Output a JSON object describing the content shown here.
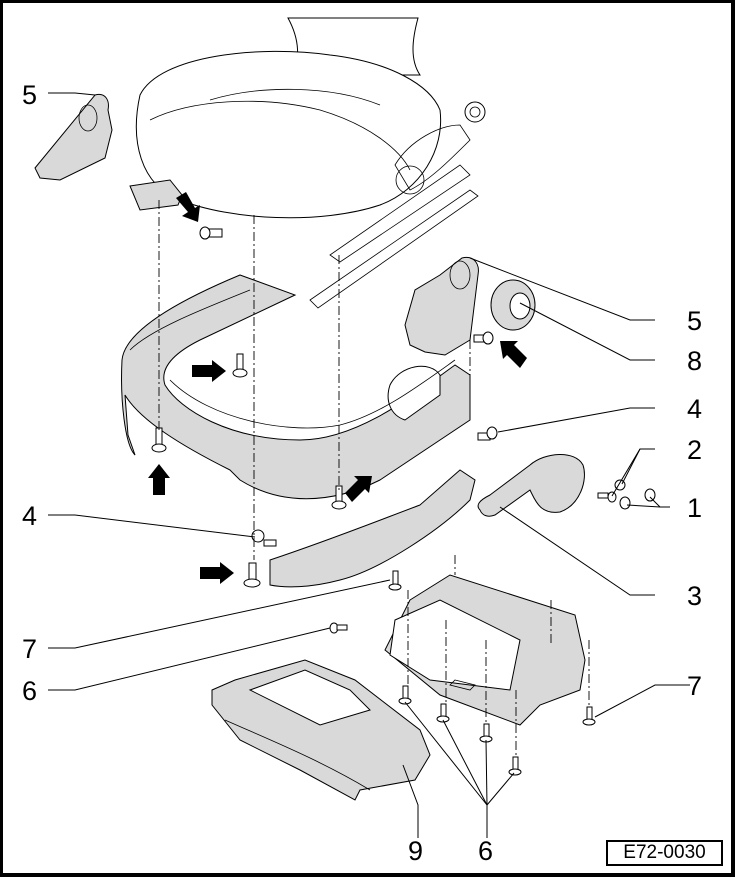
{
  "figure": {
    "reference_code": "E72-0030",
    "description": "Exploded view of seat side trim panels and under-seat storage tray",
    "colors": {
      "part_fill": "#d9d9d9",
      "line": "#000000",
      "background": "#ffffff"
    }
  },
  "callouts": [
    {
      "id": "c5-top-left",
      "label": "5"
    },
    {
      "id": "c5-right",
      "label": "5"
    },
    {
      "id": "c8",
      "label": "8"
    },
    {
      "id": "c4-right",
      "label": "4"
    },
    {
      "id": "c2",
      "label": "2"
    },
    {
      "id": "c1",
      "label": "1"
    },
    {
      "id": "c4-left",
      "label": "4"
    },
    {
      "id": "c3",
      "label": "3"
    },
    {
      "id": "c7-left",
      "label": "7"
    },
    {
      "id": "c6-left",
      "label": "6"
    },
    {
      "id": "c7-right",
      "label": "7"
    },
    {
      "id": "c9",
      "label": "9"
    },
    {
      "id": "c6-bottom",
      "label": "6"
    }
  ],
  "arrows": [
    "pointer-arrow",
    "pointer-arrow",
    "pointer-arrow",
    "pointer-arrow",
    "pointer-arrow",
    "pointer-arrow"
  ]
}
